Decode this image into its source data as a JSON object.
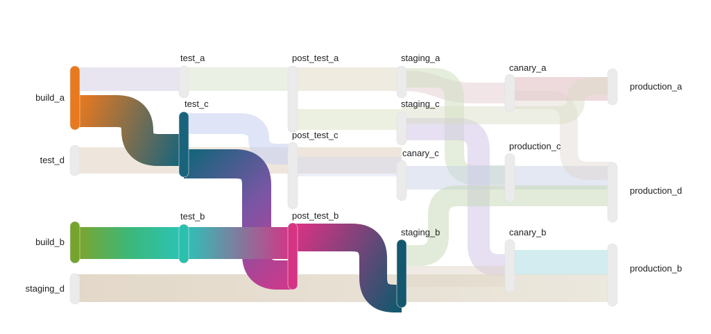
{
  "diagram": {
    "type": "pipeline-sankey",
    "background": "#ffffff",
    "text_color": "#212121",
    "nodes": {
      "build_a": {
        "label": "build_a",
        "color": "#e8791e"
      },
      "test_d": {
        "label": "test_d",
        "color": "#ebebeb"
      },
      "build_b": {
        "label": "build_b",
        "color": "#74a42e"
      },
      "staging_d": {
        "label": "staging_d",
        "color": "#ebebeb"
      },
      "test_a": {
        "label": "test_a",
        "color": "#ebebeb"
      },
      "test_c": {
        "label": "test_c",
        "color": "#19647c"
      },
      "test_b": {
        "label": "test_b",
        "color": "#2bbfae"
      },
      "post_test_a": {
        "label": "post_test_a",
        "color": "#ebebeb"
      },
      "post_test_c": {
        "label": "post_test_c",
        "color": "#ebebeb"
      },
      "post_test_b": {
        "label": "post_test_b",
        "color": "#d63384"
      },
      "staging_a": {
        "label": "staging_a",
        "color": "#ebebeb"
      },
      "staging_c": {
        "label": "staging_c",
        "color": "#ebebeb"
      },
      "canary_c": {
        "label": "canary_c",
        "color": "#ebebeb"
      },
      "staging_b": {
        "label": "staging_b",
        "color": "#14576e"
      },
      "canary_a": {
        "label": "canary_a",
        "color": "#ebebeb"
      },
      "production_c": {
        "label": "production_c",
        "color": "#ebebeb"
      },
      "canary_b": {
        "label": "canary_b",
        "color": "#ebebeb"
      },
      "production_a": {
        "label": "production_a",
        "color": "#ebebeb"
      },
      "production_d": {
        "label": "production_d",
        "color": "#ebebeb"
      },
      "production_b": {
        "label": "production_b",
        "color": "#ebebeb"
      }
    },
    "links": [
      {
        "from": "build_a",
        "to": "test_a",
        "colors": [
          "#d6cfe6"
        ]
      },
      {
        "from": "test_a",
        "to": "post_test_a",
        "colors": [
          "#dbe3d0"
        ]
      },
      {
        "from": "post_test_a",
        "to": "staging_a",
        "colors": [
          "#e2dac8"
        ]
      },
      {
        "from": "staging_a",
        "to": "canary_a",
        "colors": [
          "#ead4d8"
        ]
      },
      {
        "from": "canary_a",
        "to": "production_a",
        "colors": [
          "#e5c5c9"
        ]
      },
      {
        "from": "test_d",
        "to": "canary_c",
        "colors": [
          "#e0d2bf"
        ]
      },
      {
        "from": "test_c",
        "to": "post_test_c",
        "colors": [
          "#c9d2f2"
        ]
      },
      {
        "from": "post_test_c",
        "to": "canary_c",
        "colors": [
          "#d4daf0"
        ]
      },
      {
        "from": "post_test_a",
        "to": "staging_c",
        "colors": [
          "#dde3c8"
        ]
      },
      {
        "from": "staging_a",
        "to": "production_c",
        "colors": [
          "#cfe0c0"
        ]
      },
      {
        "from": "staging_c",
        "to": "canary_b",
        "colors": [
          "#d2c6e8"
        ]
      },
      {
        "from": "canary_c",
        "to": "production_d",
        "colors": [
          "#c9d2e6"
        ]
      },
      {
        "from": "staging_b",
        "to": "production_d",
        "colors": [
          "#c6d8b4"
        ]
      },
      {
        "from": "canary_b",
        "to": "production_b",
        "colors": [
          "#bfe4e8"
        ]
      },
      {
        "from": "staging_b",
        "to": "canary_b",
        "colors": [
          "#ddd0c4"
        ]
      },
      {
        "from": "canary_a",
        "to": "production_d",
        "colors": [
          "#dcd2ca"
        ]
      },
      {
        "from": "staging_c",
        "to": "production_a",
        "colors": [
          "#d6dcc4"
        ]
      },
      {
        "from": "staging_d",
        "to": "production_b",
        "colors": [
          "#d7c7b1",
          "#e3decf"
        ]
      },
      {
        "from": "build_a",
        "to": "test_c",
        "colors": [
          "#e8791e",
          "#19647c"
        ]
      },
      {
        "from": "test_c",
        "to": "post_test_b",
        "colors": [
          "#19647c",
          "#7b55a5",
          "#c93a8c"
        ]
      },
      {
        "from": "build_b",
        "to": "test_b",
        "colors": [
          "#7fa42a",
          "#3cb879",
          "#2ac4b8"
        ]
      },
      {
        "from": "test_b",
        "to": "post_test_b",
        "colors": [
          "#2ac4b8",
          "#d63384"
        ]
      },
      {
        "from": "post_test_b",
        "to": "staging_b",
        "colors": [
          "#d63384",
          "#14576e"
        ]
      }
    ]
  }
}
